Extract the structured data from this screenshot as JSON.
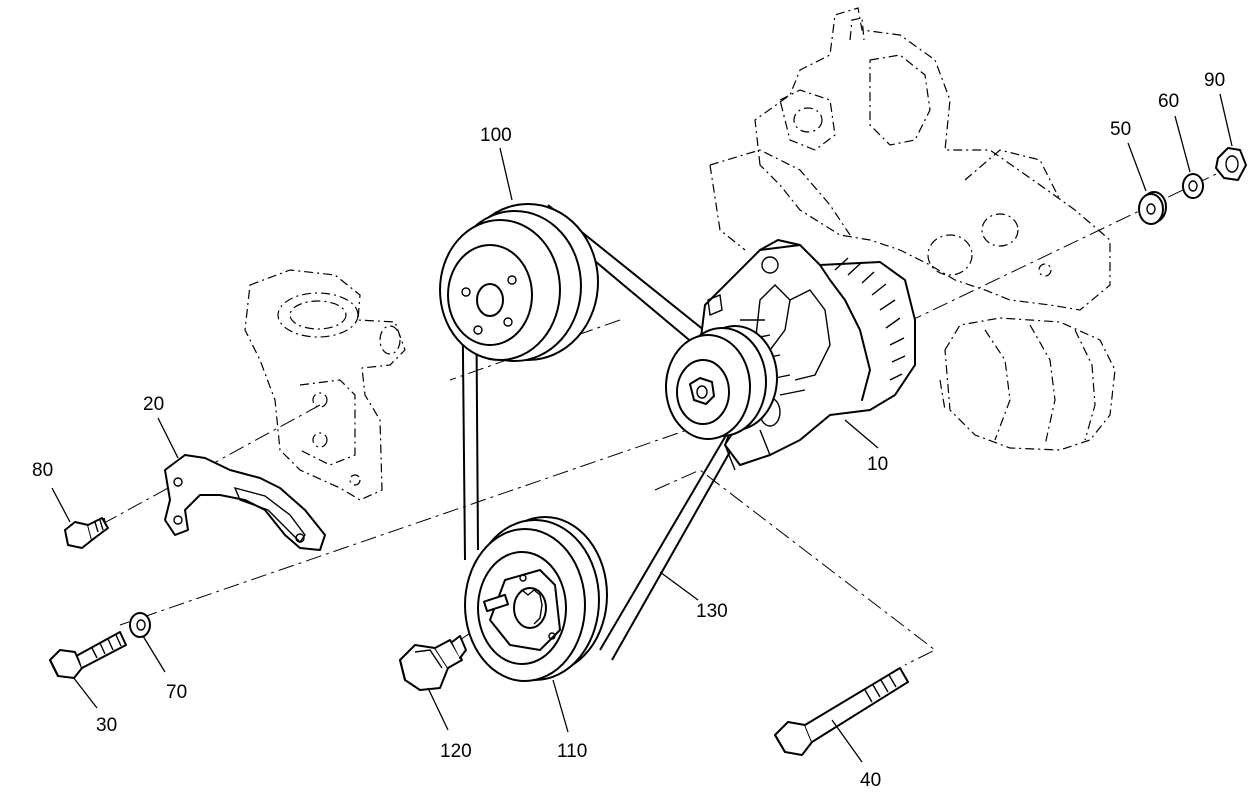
{
  "diagram": {
    "type": "exploded-parts-drawing",
    "callouts": [
      {
        "id": "c10",
        "label": "10",
        "part": "alternator"
      },
      {
        "id": "c20",
        "label": "20",
        "part": "alternator-bracket"
      },
      {
        "id": "c30",
        "label": "30",
        "part": "hex-bolt"
      },
      {
        "id": "c40",
        "label": "40",
        "part": "long-bolt"
      },
      {
        "id": "c50",
        "label": "50",
        "part": "flat-washer"
      },
      {
        "id": "c60",
        "label": "60",
        "part": "spring-washer"
      },
      {
        "id": "c70",
        "label": "70",
        "part": "washer"
      },
      {
        "id": "c80",
        "label": "80",
        "part": "small-bolt"
      },
      {
        "id": "c90",
        "label": "90",
        "part": "hex-nut"
      },
      {
        "id": "c100",
        "label": "100",
        "part": "fan-pulley"
      },
      {
        "id": "c110",
        "label": "110",
        "part": "crankshaft-pulley"
      },
      {
        "id": "c120",
        "label": "120",
        "part": "pulley-bolt"
      },
      {
        "id": "c130",
        "label": "130",
        "part": "v-belt"
      }
    ]
  }
}
